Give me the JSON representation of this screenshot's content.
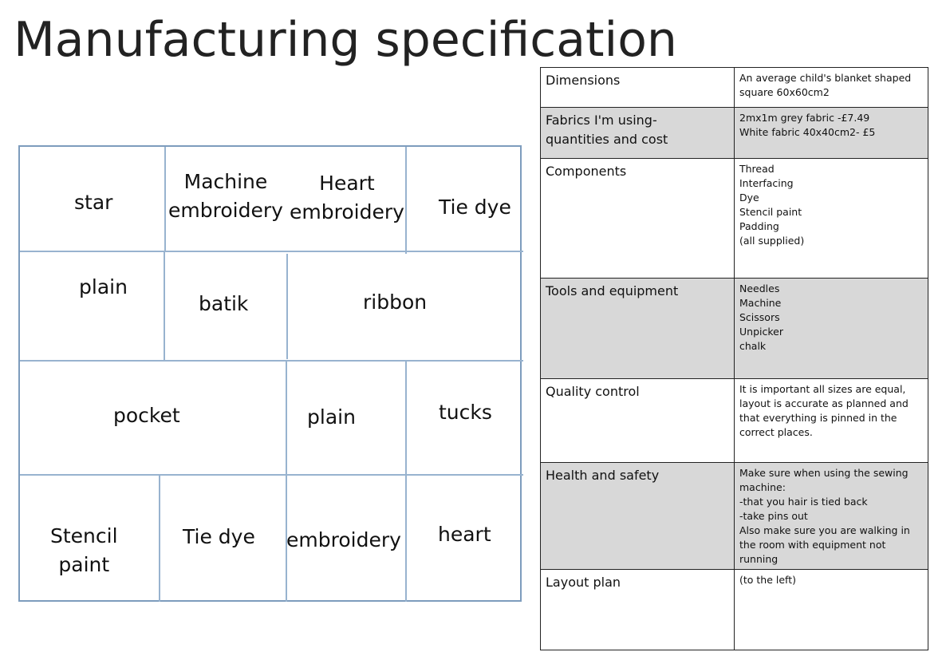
{
  "title": "Manufacturing specification",
  "plan": {
    "labels": {
      "star": "star",
      "machine_embroidery": "Machine\nembroidery",
      "heart_embroidery": "Heart\nembroidery",
      "tie_dye_top": "Tie dye",
      "plain_top": "plain",
      "batik": "batik",
      "ribbon": "ribbon",
      "pocket": "pocket",
      "plain_mid": "plain",
      "tucks": "tucks",
      "stencil_paint": "Stencil\npaint",
      "tie_dye_bottom": "Tie dye",
      "embroidery": "embroidery",
      "heart": "heart"
    }
  },
  "spec": {
    "rows": [
      {
        "label": "Dimensions",
        "value": "An average child's blanket shaped\nsquare 60x60cm2"
      },
      {
        "label": "Fabrics I'm using-\nquantities and cost",
        "value": "2mx1m grey fabric -£7.49\nWhite fabric 40x40cm2- £5"
      },
      {
        "label": "Components",
        "value": "Thread\nInterfacing\nDye\nStencil paint\nPadding\n(all supplied)"
      },
      {
        "label": "Tools and equipment",
        "value": "Needles\nMachine\nScissors\nUnpicker\nchalk"
      },
      {
        "label": "Quality control",
        "value": "It is important all sizes are equal,\nlayout is accurate as planned and\nthat everything is pinned in the\ncorrect places."
      },
      {
        "label": "Health and safety",
        "value": "Make sure when using the sewing\nmachine:\n-that you hair is tied back\n-take pins out\nAlso make sure you are walking in\nthe room with equipment not\nrunning"
      },
      {
        "label": "Layout plan",
        "value": "(to the left)"
      }
    ]
  }
}
